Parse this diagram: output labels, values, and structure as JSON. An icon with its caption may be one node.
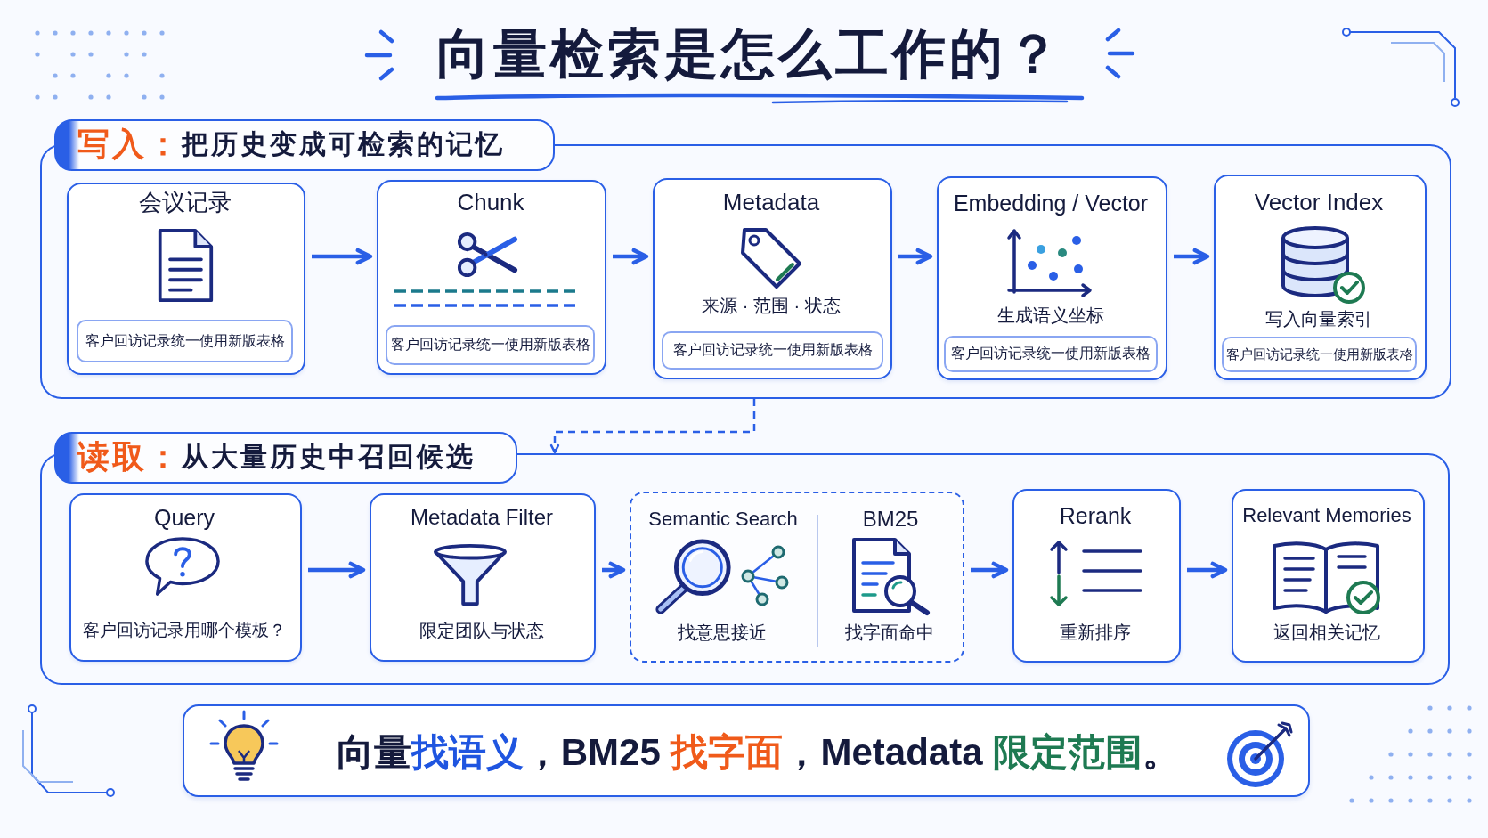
{
  "diagram": {
    "title": "向量检索是怎么工作的？",
    "nodes": [
      {
        "text": [
          "**写入：**把历史变成可检索的记忆"
        ]
      },
      {
        "text": [
          "会议记录"
        ],
        "in": 0
      },
      {
        "text": [
          "客户回访记录统一使用新版表格"
        ],
        "in": 1
      },
      {
        "text": [
          "Chunk"
        ],
        "in": 0
      },
      {
        "text": [
          "客户回访记录统一使用新版表格"
        ],
        "in": 3
      },
      {
        "text": [
          "Metadata",
          "来源 · 范围 · 状态"
        ],
        "in": 0
      },
      {
        "text": [
          "客户回访记录统一使用新版表格"
        ],
        "in": 5
      },
      {
        "text": [
          "Embedding / Vector",
          "生成语义坐标"
        ],
        "in": 0
      },
      {
        "text": [
          "客户回访记录统一使用新版表格"
        ],
        "in": 7
      },
      {
        "text": [
          "Vector Index",
          "写入向量索引"
        ],
        "in": 0
      },
      {
        "text": [
          "客户回访记录统一使用新版表格"
        ],
        "in": 9
      },
      {
        "text": [
          "**读取：**从大量历史中召回候选"
        ]
      },
      {
        "text": [
          "Query",
          "客户回访记录用哪个模板？"
        ],
        "in": 11
      },
      {
        "text": [
          "Metadata Filter",
          "限定团队与状态"
        ],
        "in": 11
      },
      {
        "text": [
          "Semantic Search",
          "找意思接近",
          "BM25",
          "找字面命中"
        ],
        "in": 11
      },
      {
        "text": [
          "Rerank",
          "重新排序"
        ],
        "in": 11
      },
      {
        "text": [
          "Relevant Memories",
          "返回相关记忆"
        ],
        "in": 11
      },
      {
        "text": [
          "向量**找语义**，BM25 **找字面**，Metadata **限定范围**。"
        ]
      }
    ],
    "edges": [
      {
        "from": 1,
        "to": 3,
        "arrow": "to"
      },
      {
        "from": 3,
        "to": 5,
        "arrow": "to"
      },
      {
        "from": 5,
        "to": 7,
        "arrow": "to"
      },
      {
        "from": 7,
        "to": 9,
        "arrow": "to"
      },
      {
        "from": 0,
        "to": 11,
        "arrow": "to",
        "style": "dashed"
      },
      {
        "from": 12,
        "to": 13,
        "arrow": "to"
      },
      {
        "from": 13,
        "to": 14,
        "arrow": "to"
      },
      {
        "from": 14,
        "to": 15,
        "arrow": "to"
      },
      {
        "from": 15,
        "to": 16,
        "arrow": "to"
      }
    ]
  }
}
